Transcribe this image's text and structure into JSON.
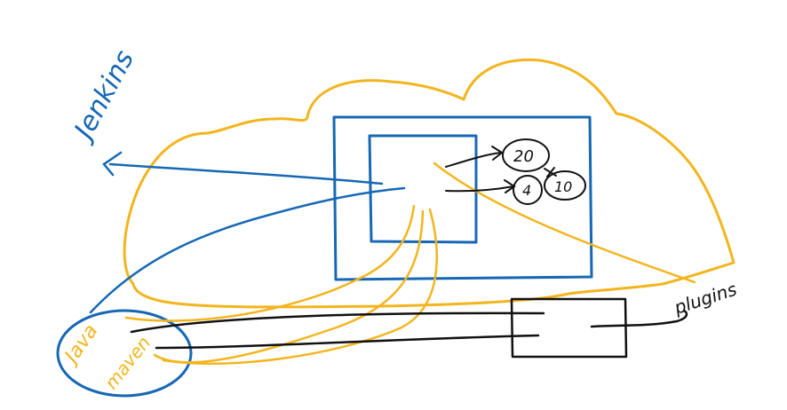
{
  "colors": {
    "background": "#ffffff",
    "cloud": "#f2b51d",
    "blue": "#1668b4",
    "ink": "#111111"
  },
  "labels": {
    "jenkins": "Jenkins",
    "plugins": "plugins",
    "java": "Java",
    "maven": "maven",
    "twenty": "20",
    "four": "4",
    "ten": "10"
  }
}
